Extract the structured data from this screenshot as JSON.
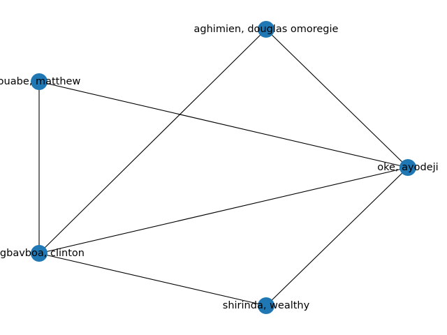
{
  "graph": {
    "node_color": "#1f77b4",
    "edge_color": "#000000",
    "nodes": [
      {
        "id": "aghimien",
        "label": "aghimien, douglas omoregie"
      },
      {
        "id": "ouabe",
        "label": "ouabe, matthew"
      },
      {
        "id": "oke",
        "label": "oke, ayodeji"
      },
      {
        "id": "ogbavboa",
        "label": "ogbavboa, clinton"
      },
      {
        "id": "shirinda",
        "label": "shirinda, wealthy"
      }
    ],
    "edges": [
      {
        "source": "aghimien",
        "target": "oke"
      },
      {
        "source": "aghimien",
        "target": "ogbavboa"
      },
      {
        "source": "ouabe",
        "target": "oke"
      },
      {
        "source": "ouabe",
        "target": "ogbavboa"
      },
      {
        "source": "oke",
        "target": "ogbavboa"
      },
      {
        "source": "oke",
        "target": "shirinda"
      },
      {
        "source": "ogbavboa",
        "target": "shirinda"
      }
    ]
  }
}
